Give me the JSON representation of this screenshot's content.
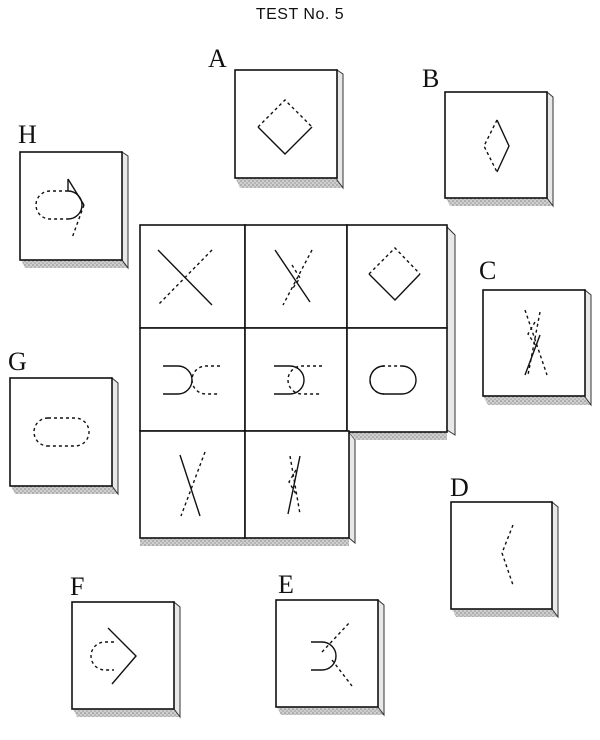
{
  "title": "TEST No. 5",
  "options": [
    {
      "id": "A",
      "letter": "A",
      "figure": "diamond-mixed"
    },
    {
      "id": "B",
      "letter": "B",
      "figure": "thin-diamond-mixed"
    },
    {
      "id": "C",
      "letter": "C",
      "figure": "narrow-cross-loop"
    },
    {
      "id": "D",
      "letter": "D",
      "figure": "dotted-chevron"
    },
    {
      "id": "E",
      "letter": "E",
      "figure": "cup-with-dotted-v"
    },
    {
      "id": "F",
      "letter": "F",
      "figure": "dotted-cup-with-chevron"
    },
    {
      "id": "G",
      "letter": "G",
      "figure": "dotted-capsule"
    },
    {
      "id": "H",
      "letter": "H",
      "figure": "capsule-with-arrow"
    }
  ],
  "matrix": {
    "cells": [
      {
        "row": 1,
        "col": 1,
        "figure": "cross-solid-dotted"
      },
      {
        "row": 1,
        "col": 2,
        "figure": "cross-with-small-loop"
      },
      {
        "row": 1,
        "col": 3,
        "figure": "diamond-mixed"
      },
      {
        "row": 2,
        "col": 1,
        "figure": "facing-cups"
      },
      {
        "row": 2,
        "col": 2,
        "figure": "overlapping-cups"
      },
      {
        "row": 2,
        "col": 3,
        "figure": "capsule-mixed"
      },
      {
        "row": 3,
        "col": 1,
        "figure": "narrow-cross"
      },
      {
        "row": 3,
        "col": 2,
        "figure": "narrow-cross-small-loop"
      },
      {
        "row": 3,
        "col": 3,
        "figure": "missing"
      }
    ]
  }
}
